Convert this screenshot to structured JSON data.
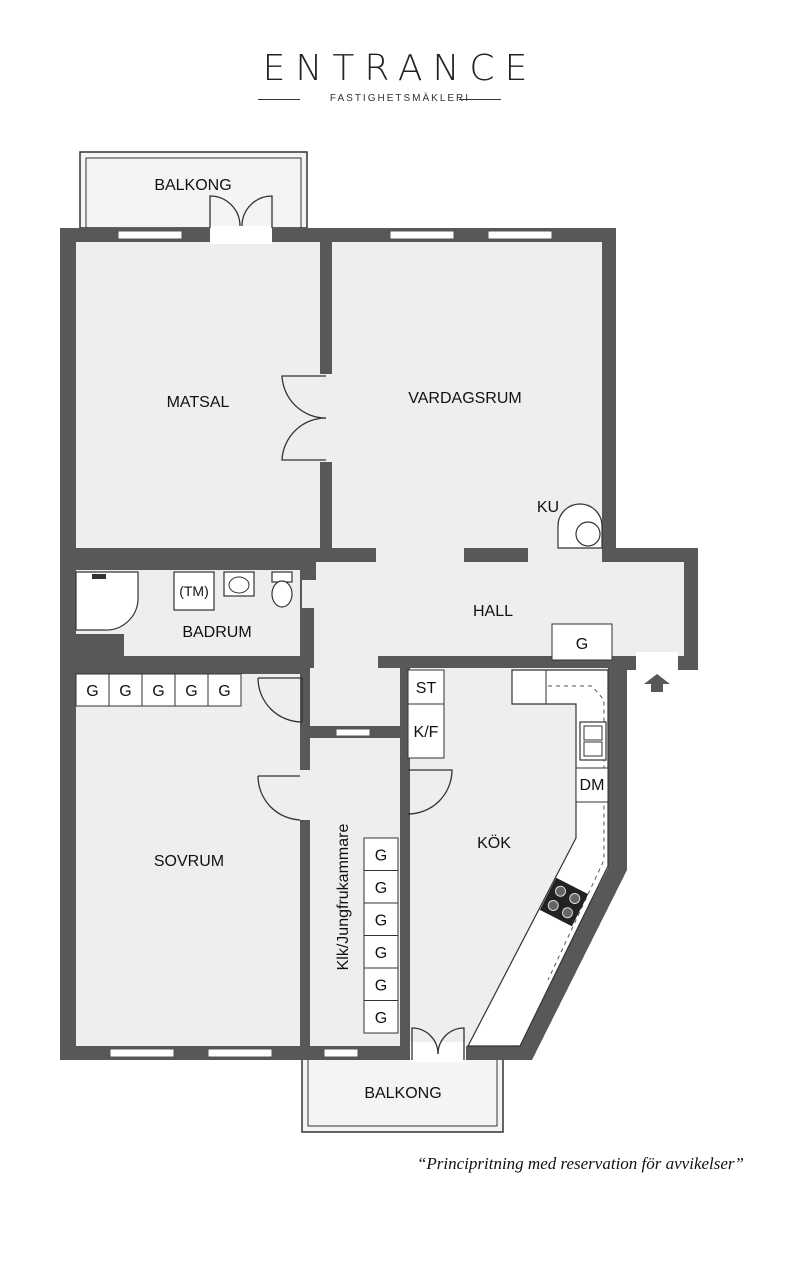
{
  "brand": {
    "name": "ENTRANCE",
    "tagline": "FASTIGHETSMÄKLERI"
  },
  "rooms": {
    "balkong_top": "BALKONG",
    "matsal": "MATSAL",
    "vardagsrum": "VARDAGSRUM",
    "ku": "KU",
    "hall": "HALL",
    "badrum": "BADRUM",
    "tm": "(TM)",
    "sovrum": "SOVRUM",
    "klk": "Klk/Jungfrukammare",
    "kok": "KÖK",
    "st": "ST",
    "kf": "K/F",
    "dm": "DM",
    "balkong_bottom": "BALKONG"
  },
  "closet_label": "G",
  "disclaimer": "“Principritning med reservation för avvikelser”",
  "colors": {
    "wall": "#58585a",
    "floor": "#eeeeee",
    "balcony": "#f4f4f4"
  }
}
